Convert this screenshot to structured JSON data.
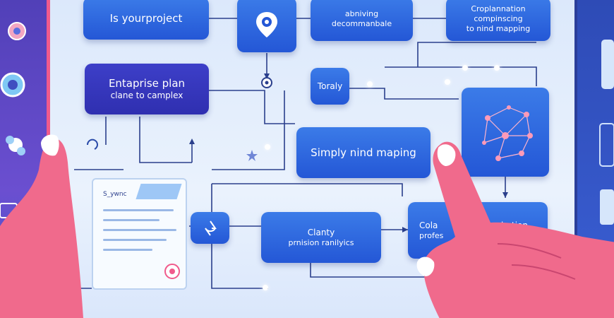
{
  "nodes": {
    "project": "Is yourproject",
    "pin_label": "",
    "achieving_line1": "abniving",
    "achieving_line2": "decommanbale",
    "cloud_line1": "Croplannation",
    "cloud_line2": "compinscing",
    "cloud_line3": "to nind mapping",
    "enterprise_title": "Entaprise plan",
    "enterprise_sub": "clane to camplex",
    "totally": "Toraly",
    "simplify": "Simply nind maping",
    "clarity_title": "Clanty",
    "clarity_sub": "prnision ranilyics",
    "collab_line1": "Cola",
    "collab_line2": "mbation",
    "collab_line3": "profes"
  },
  "document": {
    "label": "S_ywnc"
  },
  "colors": {
    "node_blue": "#2f6ae0",
    "node_indigo": "#3333b8",
    "hand": "#f06a8c",
    "nail": "#ffffff",
    "screen": "#e3eefc",
    "accent_pink": "#f05a8c"
  },
  "icons": {
    "location": "location-pin-icon",
    "network": "network-graph-icon",
    "recycle": "recycle-icon"
  }
}
